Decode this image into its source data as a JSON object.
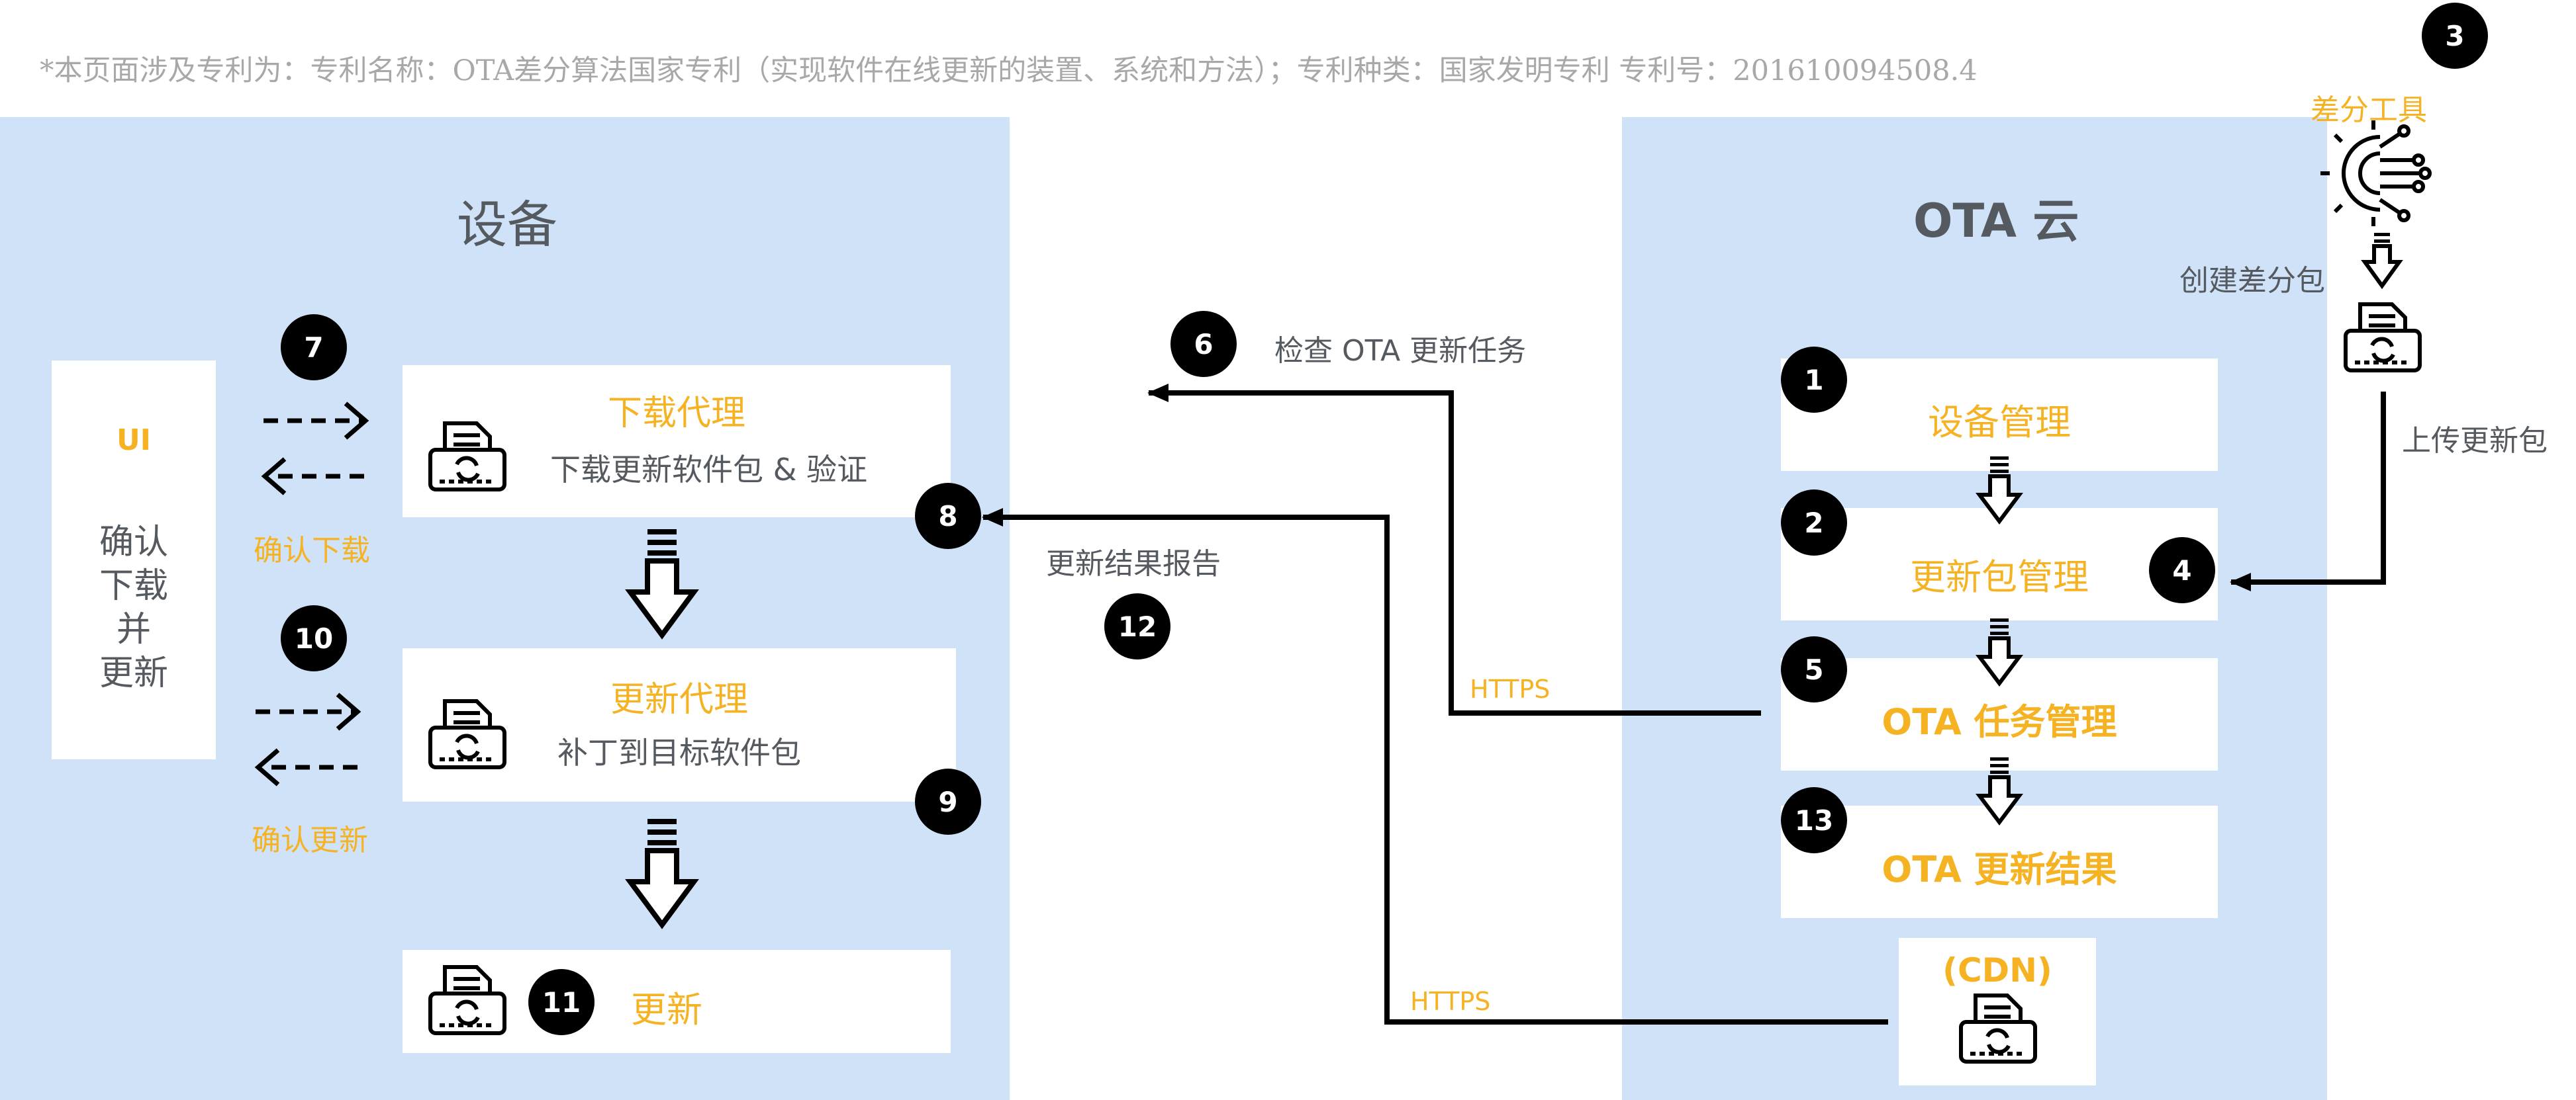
{
  "patent_note": "*本页面涉及专利为：专利名称：OTA差分算法国家专利（实现软件在线更新的装置、系统和方法）；专利种类：国家发明专利 专利号：201610094508.4",
  "device": {
    "title": "设备",
    "ui_box": {
      "title": "UI",
      "lines": [
        "确认",
        "下载",
        "并",
        "更新"
      ]
    },
    "download_agent": {
      "title": "下载代理",
      "subtitle": "下载更新软件包 & 验证"
    },
    "update_agent": {
      "title": "更新代理",
      "subtitle": "补丁到目标软件包"
    },
    "update_box": {
      "title": "更新"
    },
    "confirm_download": "确认下载",
    "confirm_update": "确认更新"
  },
  "cloud": {
    "title": "OTA 云",
    "boxes": [
      "设备管理",
      "更新包管理",
      "OTA 任务管理",
      "OTA 更新结果"
    ],
    "cdn": "(CDN)"
  },
  "tools": {
    "diff_tool": "差分工具",
    "create_diff": "创建差分包",
    "upload": "上传更新包"
  },
  "labels": {
    "check_task": "检查 OTA 更新任务",
    "result_report": "更新结果报告",
    "https": "HTTPS"
  },
  "badges": [
    "1",
    "2",
    "3",
    "4",
    "5",
    "6",
    "7",
    "8",
    "9",
    "10",
    "11",
    "12",
    "13"
  ],
  "colors": {
    "panel": "#cfe2f7",
    "accent": "#f5b324",
    "text": "#555a60",
    "line": "#000000"
  }
}
